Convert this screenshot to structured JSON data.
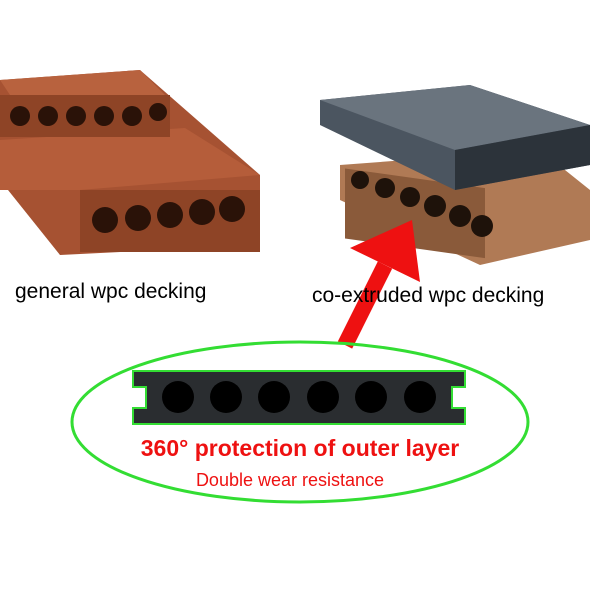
{
  "left_label": "general wpc decking",
  "right_label": "co-extruded wpc decking",
  "headline": "360° protection of outer layer",
  "subline": "Double wear resistance",
  "colors": {
    "accent_red": "#ee1111",
    "ellipse_green": "#33dd33",
    "brown": "#a65232",
    "grey": "#4b5560",
    "coex_brown": "#b07a55"
  },
  "icons": [
    "red-arrow-icon"
  ]
}
